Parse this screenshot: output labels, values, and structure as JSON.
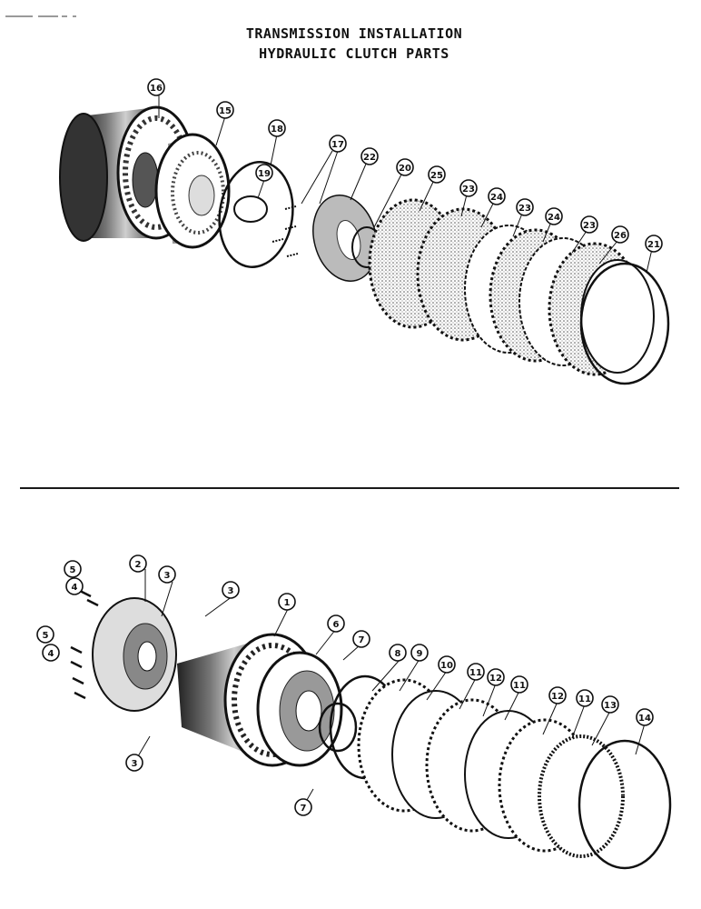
{
  "header": {
    "title_line1": "TRANSMISSION INSTALLATION",
    "title_line2": "HYDRAULIC CLUTCH PARTS"
  },
  "upper_callouts": [
    "16",
    "15",
    "18",
    "19",
    "17",
    "22",
    "20",
    "25",
    "23",
    "24",
    "23",
    "24",
    "23",
    "26",
    "21"
  ],
  "lower_callouts": [
    "5",
    "4",
    "2",
    "3",
    "3",
    "1",
    "6",
    "7",
    "5",
    "4",
    "8",
    "9",
    "10",
    "11",
    "12",
    "11",
    "12",
    "11",
    "13",
    "14",
    "3",
    "7"
  ],
  "colors": {
    "ink": "#111111",
    "paper": "#ffffff",
    "shade": "#8a8a8a"
  }
}
